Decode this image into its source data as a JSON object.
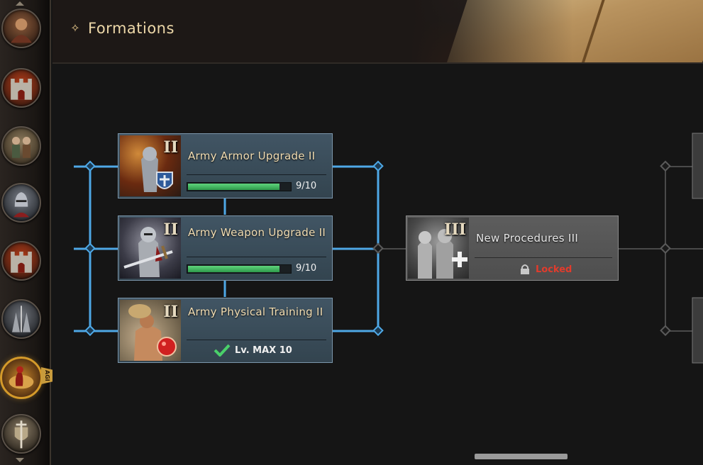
{
  "header": {
    "title": "Formations",
    "title_icon": "compass-star-icon"
  },
  "sidebar": {
    "items": [
      {
        "icon": "warlord-portrait-icon",
        "active": false
      },
      {
        "icon": "castle-gate-icon",
        "active": false
      },
      {
        "icon": "cavalry-icon",
        "active": false
      },
      {
        "icon": "knight-helmet-icon",
        "active": false
      },
      {
        "icon": "castle-gate-icon",
        "active": false
      },
      {
        "icon": "armored-soldiers-icon",
        "active": false
      },
      {
        "icon": "formation-strategy-icon",
        "active": true
      },
      {
        "icon": "sword-shield-icon",
        "active": false
      }
    ],
    "badge": "AGI"
  },
  "cards": {
    "armor": {
      "title": "Army Armor Upgrade II",
      "roman": "II",
      "icon": "armored-knight-shield-icon",
      "progress_text": "9/10",
      "progress": 0.9
    },
    "weapon": {
      "title": "Army Weapon Upgrade II",
      "roman": "II",
      "icon": "knight-sword-icon",
      "progress_text": "9/10",
      "progress": 0.9
    },
    "physical": {
      "title": "Army Physical Training II",
      "roman": "II",
      "icon": "strongman-potion-icon",
      "max_text": "Lv. MAX 10",
      "status_icon": "checkmark-icon"
    },
    "procedures": {
      "title": "New Procedures III",
      "roman": "III",
      "icon": "knights-medical-cross-icon",
      "lock_text": "Locked",
      "status_icon": "padlock-icon"
    }
  },
  "colors": {
    "accent_blue": "#4ea8e6",
    "locked_red": "#e23b2c",
    "progress_green": "#3db55e",
    "title_gold": "#f2ddb2"
  }
}
